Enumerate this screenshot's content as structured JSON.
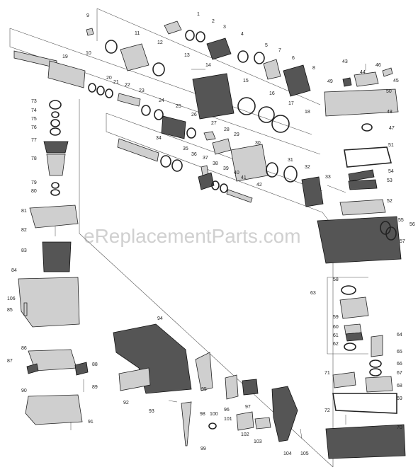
{
  "watermark": "eReplacementParts.com",
  "labels": [
    {
      "id": "l1",
      "text": "1"
    },
    {
      "id": "l2",
      "text": "2"
    },
    {
      "id": "l3",
      "text": "3"
    },
    {
      "id": "l4",
      "text": "4"
    },
    {
      "id": "l5",
      "text": "5"
    },
    {
      "id": "l6",
      "text": "6"
    },
    {
      "id": "l7",
      "text": "7"
    },
    {
      "id": "l8",
      "text": "8"
    },
    {
      "id": "l9",
      "text": "9"
    },
    {
      "id": "l10",
      "text": "10"
    },
    {
      "id": "l11",
      "text": "11"
    },
    {
      "id": "l12",
      "text": "12"
    },
    {
      "id": "l13",
      "text": "13"
    },
    {
      "id": "l14",
      "text": "14"
    },
    {
      "id": "l15",
      "text": "15"
    },
    {
      "id": "l16",
      "text": "16"
    },
    {
      "id": "l17",
      "text": "17"
    },
    {
      "id": "l18",
      "text": "18"
    },
    {
      "id": "l19",
      "text": "19"
    },
    {
      "id": "l20",
      "text": "20"
    },
    {
      "id": "l21",
      "text": "21"
    },
    {
      "id": "l22",
      "text": "22"
    },
    {
      "id": "l23",
      "text": "23"
    },
    {
      "id": "l24",
      "text": "24"
    },
    {
      "id": "l25",
      "text": "25"
    },
    {
      "id": "l26",
      "text": "26"
    },
    {
      "id": "l27",
      "text": "27"
    },
    {
      "id": "l28",
      "text": "28"
    },
    {
      "id": "l29",
      "text": "29"
    },
    {
      "id": "l30",
      "text": "30"
    },
    {
      "id": "l31",
      "text": "31"
    },
    {
      "id": "l32",
      "text": "32"
    },
    {
      "id": "l33",
      "text": "33"
    },
    {
      "id": "l34",
      "text": "34"
    },
    {
      "id": "l35",
      "text": "35"
    },
    {
      "id": "l36",
      "text": "36"
    },
    {
      "id": "l37",
      "text": "37"
    },
    {
      "id": "l38",
      "text": "38"
    },
    {
      "id": "l39",
      "text": "39"
    },
    {
      "id": "l40",
      "text": "40"
    },
    {
      "id": "l41",
      "text": "41"
    },
    {
      "id": "l42",
      "text": "42"
    },
    {
      "id": "l43",
      "text": "43"
    },
    {
      "id": "l44",
      "text": "44"
    },
    {
      "id": "l45",
      "text": "45"
    },
    {
      "id": "l46",
      "text": "46"
    },
    {
      "id": "l47",
      "text": "47"
    },
    {
      "id": "l48",
      "text": "48"
    },
    {
      "id": "l49",
      "text": "49"
    },
    {
      "id": "l50",
      "text": "50"
    },
    {
      "id": "l51",
      "text": "51"
    },
    {
      "id": "l52",
      "text": "52"
    },
    {
      "id": "l53",
      "text": "53"
    },
    {
      "id": "l54",
      "text": "54"
    },
    {
      "id": "l55",
      "text": "55"
    },
    {
      "id": "l56",
      "text": "56"
    },
    {
      "id": "l57",
      "text": "57"
    },
    {
      "id": "l58",
      "text": "58"
    },
    {
      "id": "l59",
      "text": "59"
    },
    {
      "id": "l60",
      "text": "60"
    },
    {
      "id": "l61",
      "text": "61"
    },
    {
      "id": "l62",
      "text": "62"
    },
    {
      "id": "l63",
      "text": "63"
    },
    {
      "id": "l64",
      "text": "64"
    },
    {
      "id": "l65",
      "text": "65"
    },
    {
      "id": "l66",
      "text": "66"
    },
    {
      "id": "l67",
      "text": "67"
    },
    {
      "id": "l68",
      "text": "68"
    },
    {
      "id": "l69",
      "text": "69"
    },
    {
      "id": "l70",
      "text": "70"
    },
    {
      "id": "l71",
      "text": "71"
    },
    {
      "id": "l72",
      "text": "72"
    },
    {
      "id": "l73",
      "text": "73"
    },
    {
      "id": "l74",
      "text": "74"
    },
    {
      "id": "l75",
      "text": "75"
    },
    {
      "id": "l76",
      "text": "76"
    },
    {
      "id": "l77",
      "text": "77"
    },
    {
      "id": "l78",
      "text": "78"
    },
    {
      "id": "l79",
      "text": "79"
    },
    {
      "id": "l80",
      "text": "80"
    },
    {
      "id": "l81",
      "text": "81"
    },
    {
      "id": "l82",
      "text": "82"
    },
    {
      "id": "l83",
      "text": "83"
    },
    {
      "id": "l84",
      "text": "84"
    },
    {
      "id": "l85",
      "text": "85"
    },
    {
      "id": "l86",
      "text": "86"
    },
    {
      "id": "l87",
      "text": "87"
    },
    {
      "id": "l88",
      "text": "88"
    },
    {
      "id": "l89",
      "text": "89"
    },
    {
      "id": "l90",
      "text": "90"
    },
    {
      "id": "l91",
      "text": "91"
    },
    {
      "id": "l92",
      "text": "92"
    },
    {
      "id": "l93",
      "text": "93"
    },
    {
      "id": "l94",
      "text": "94"
    },
    {
      "id": "l95",
      "text": "95"
    },
    {
      "id": "l96",
      "text": "96"
    },
    {
      "id": "l97",
      "text": "97"
    },
    {
      "id": "l98",
      "text": "98"
    },
    {
      "id": "l99",
      "text": "99"
    },
    {
      "id": "l100",
      "text": "100"
    },
    {
      "id": "l101",
      "text": "101"
    },
    {
      "id": "l102",
      "text": "102"
    },
    {
      "id": "l103",
      "text": "103"
    },
    {
      "id": "l104",
      "text": "104"
    },
    {
      "id": "l105",
      "text": "105"
    },
    {
      "id": "l106",
      "text": "106"
    }
  ]
}
